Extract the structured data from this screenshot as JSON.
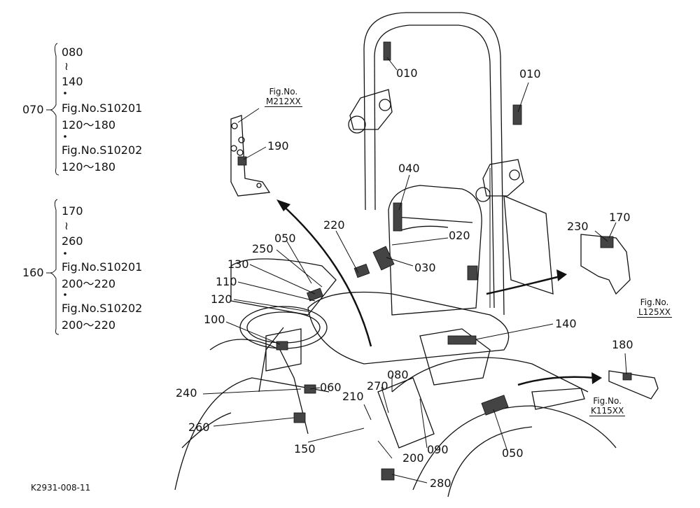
{
  "legend": {
    "g1": {
      "ref": "070",
      "range_from": "080",
      "tilde": "≀",
      "range_to": "140",
      "fig_a": "Fig.No.S10201",
      "fig_a_range": "120～180",
      "fig_b": "Fig.No.S10202",
      "fig_b_range": "120～180"
    },
    "g2": {
      "ref": "160",
      "range_from": "170",
      "tilde": "≀",
      "range_to": "260",
      "fig_a": "Fig.No.S10201",
      "fig_a_range": "200～220",
      "fig_b": "Fig.No.S10202",
      "fig_b_range": "200～220"
    }
  },
  "figure_refs": {
    "m212": {
      "label": "Fig.No.",
      "number": "M212XX"
    },
    "l125": {
      "label": "Fig.No.",
      "number": "L125XX"
    },
    "k115": {
      "label": "Fig.No.",
      "number": "K115XX"
    }
  },
  "callouts": {
    "c010a": "010",
    "c010b": "010",
    "c040": "040",
    "c020": "020",
    "c030": "030",
    "c220": "220",
    "c050a": "050",
    "c250": "250",
    "c130": "130",
    "c110": "110",
    "c120": "120",
    "c100": "100",
    "c190": "190",
    "c230": "230",
    "c170": "170",
    "c140": "140",
    "c180": "180",
    "c080": "080",
    "c270": "270",
    "c210": "210",
    "c060": "060",
    "c240": "240",
    "c260": "260",
    "c150": "150",
    "c200": "200",
    "c090": "090",
    "c050b": "050",
    "c280": "280"
  },
  "drawing_code": "K2931-008-11"
}
